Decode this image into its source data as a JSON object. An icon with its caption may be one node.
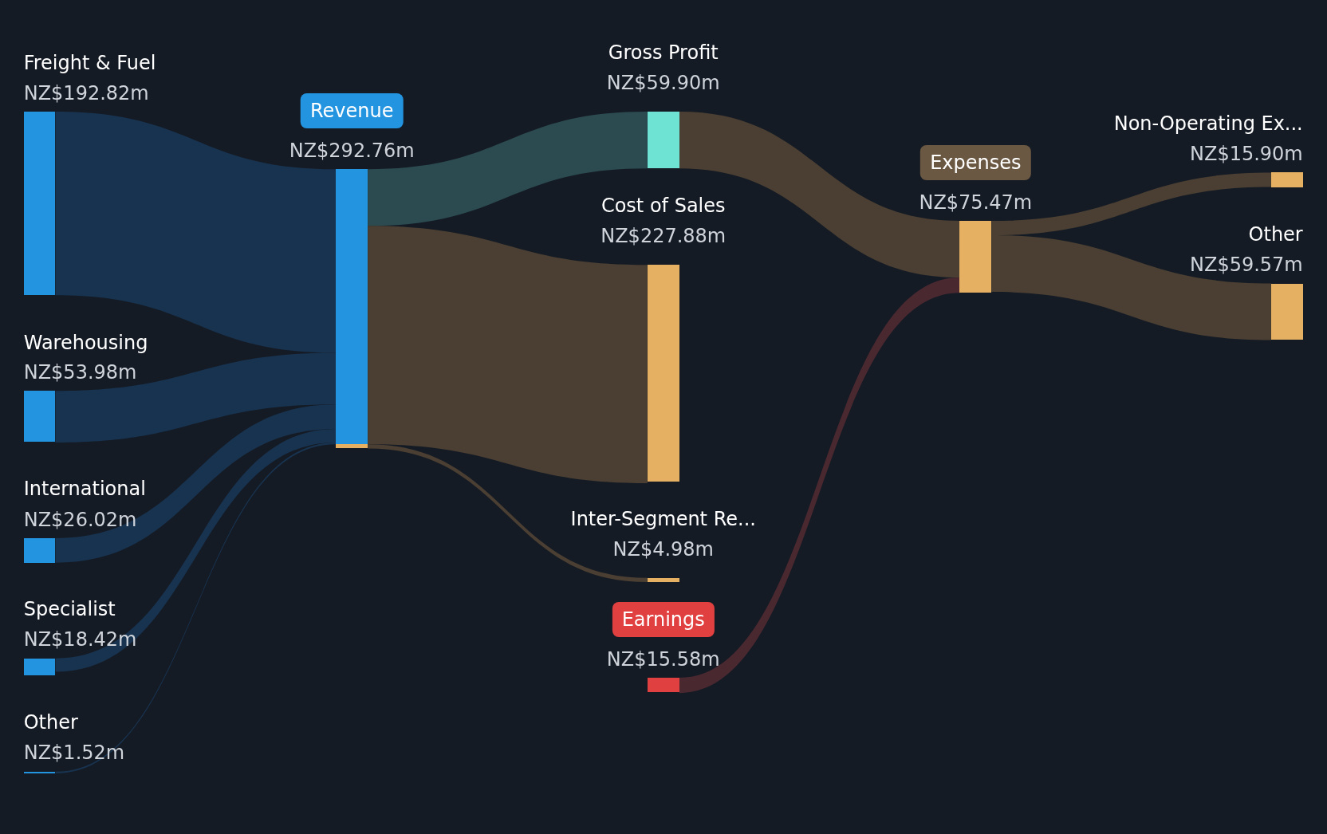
{
  "diagram": {
    "nodes": [
      {
        "text": [
          "Freight & Fuel",
          "NZ$192.82m"
        ]
      },
      {
        "text": [
          "Warehousing",
          "NZ$53.98m"
        ]
      },
      {
        "text": [
          "International",
          "NZ$26.02m"
        ]
      },
      {
        "text": [
          "Specialist",
          "NZ$18.42m"
        ]
      },
      {
        "text": [
          "Other",
          "NZ$1.52m"
        ]
      },
      {
        "text": [
          "Revenue",
          "NZ$292.76m"
        ]
      },
      {
        "text": [
          "Gross Profit",
          "NZ$59.90m"
        ]
      },
      {
        "text": [
          "Cost of Sales",
          "NZ$227.88m"
        ]
      },
      {
        "text": [
          "Inter-Segment Re...",
          "NZ$4.98m"
        ]
      },
      {
        "text": [
          "Earnings",
          "NZ$15.58m"
        ]
      },
      {
        "text": [
          "Expenses",
          "NZ$75.47m"
        ]
      },
      {
        "text": [
          "Non-Operating Ex...",
          "NZ$15.90m"
        ]
      },
      {
        "text": [
          "Other",
          "NZ$59.57m"
        ]
      }
    ],
    "edges": [
      {
        "from": 0,
        "to": 5,
        "arrow": "none",
        "color": "#18334f"
      },
      {
        "from": 1,
        "to": 5,
        "arrow": "none",
        "color": "#18334f"
      },
      {
        "from": 2,
        "to": 5,
        "arrow": "none",
        "color": "#18334f"
      },
      {
        "from": 3,
        "to": 5,
        "arrow": "none",
        "color": "#18334f"
      },
      {
        "from": 4,
        "to": 5,
        "arrow": "none",
        "color": "#18334f"
      },
      {
        "from": 5,
        "to": 6,
        "arrow": "none",
        "color": "#2b4b51"
      },
      {
        "from": 5,
        "to": 7,
        "arrow": "none",
        "color": "#4a3f32"
      },
      {
        "from": 5,
        "to": 8,
        "arrow": "none",
        "color": "#4a3f32"
      },
      {
        "from": 6,
        "to": 10,
        "arrow": "none",
        "color": "#4a3f32"
      },
      {
        "from": 9,
        "to": 10,
        "arrow": "none",
        "color": "#4a2830"
      },
      {
        "from": 10,
        "to": 11,
        "arrow": "none",
        "color": "#4a3f32"
      },
      {
        "from": 10,
        "to": 12,
        "arrow": "none",
        "color": "#4a3f32"
      }
    ]
  }
}
